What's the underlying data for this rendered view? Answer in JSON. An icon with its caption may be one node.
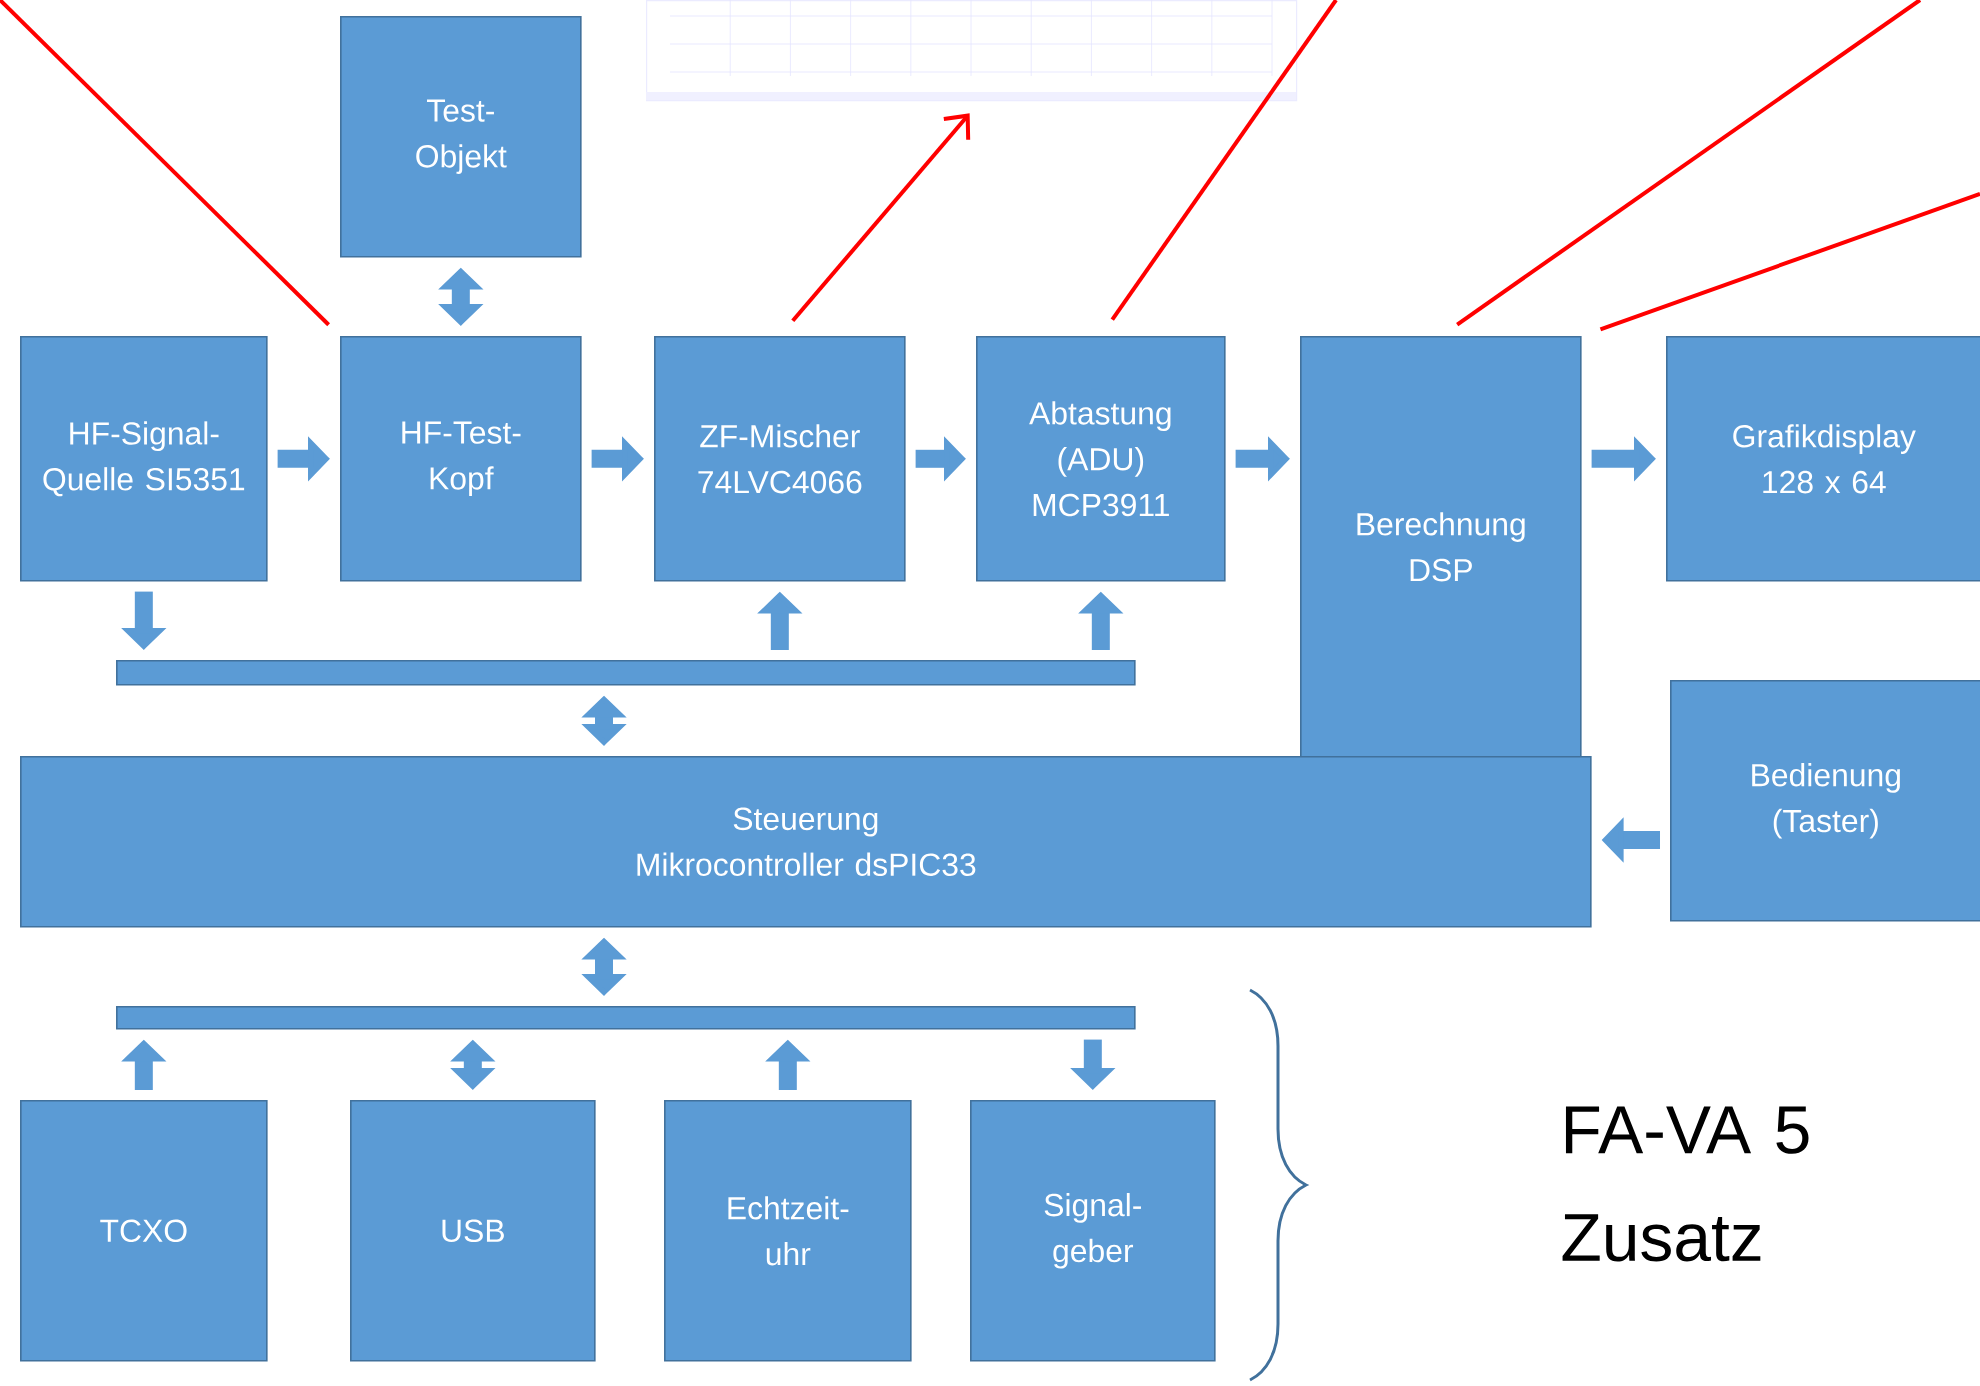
{
  "diagram": {
    "nodes": [
      {
        "text": [],
        "shape": "picture"
      },
      {
        "text": [
          "Test- Objekt"
        ]
      },
      {
        "text": [
          "HF-Signal- Quelle SI5351"
        ]
      },
      {
        "text": [
          "HF-Test- Kopf"
        ]
      },
      {
        "text": [
          "ZF-Mischer 74LVC4066"
        ]
      },
      {
        "text": [
          "Abtastung (ADU) MCP3911"
        ]
      },
      {
        "text": [
          "Berechnung DSP"
        ]
      },
      {
        "text": [
          "Grafikdisplay 128 x 64"
        ]
      },
      {
        "text": [],
        "shape": "bar"
      },
      {
        "text": [
          "Steuerung Mikrocontroller dsPIC33"
        ]
      },
      {
        "text": [
          "Bedienung (Taster)"
        ]
      },
      {
        "text": [],
        "shape": "bar"
      },
      {
        "text": [
          "TCXO"
        ]
      },
      {
        "text": [
          "USB"
        ]
      },
      {
        "text": [
          "Echtzeit- uhr"
        ]
      },
      {
        "text": [
          "Signal- geber"
        ]
      }
    ],
    "edges": [
      {
        "from": 1,
        "to": 3,
        "arrow": "both"
      },
      {
        "from": 2,
        "to": 3,
        "arrow": "to"
      },
      {
        "from": 3,
        "to": 4,
        "arrow": "to"
      },
      {
        "from": 4,
        "to": 5,
        "arrow": "to"
      },
      {
        "from": 5,
        "to": 6,
        "arrow": "to"
      },
      {
        "from": 6,
        "to": 7,
        "arrow": "to"
      },
      {
        "from": 2,
        "to": 8,
        "arrow": "to"
      },
      {
        "from": 8,
        "to": 4,
        "arrow": "to"
      },
      {
        "from": 8,
        "to": 5,
        "arrow": "to"
      },
      {
        "from": 8,
        "to": 9,
        "arrow": "both"
      },
      {
        "from": 10,
        "to": 9,
        "arrow": "to"
      },
      {
        "from": 9,
        "to": 11,
        "arrow": "both"
      },
      {
        "from": 12,
        "to": 11,
        "arrow": "to"
      },
      {
        "from": 13,
        "to": 11,
        "arrow": "both"
      },
      {
        "from": 14,
        "to": 11,
        "arrow": "to"
      },
      {
        "from": 11,
        "to": 15,
        "arrow": "to"
      },
      {
        "from": null,
        "to": 3,
        "arrow": "none",
        "color": "#ff0000"
      },
      {
        "from": 4,
        "to": 0,
        "arrow": "to",
        "color": "#ff0000"
      },
      {
        "from": 5,
        "to": null,
        "arrow": "none",
        "color": "#ff0000"
      },
      {
        "from": 6,
        "to": null,
        "arrow": "none",
        "color": "#ff0000"
      },
      {
        "from": 6,
        "to": null,
        "arrow": "none",
        "color": "#ff0000"
      }
    ],
    "labels": [
      "FA-VA 5 Zusatz"
    ]
  }
}
